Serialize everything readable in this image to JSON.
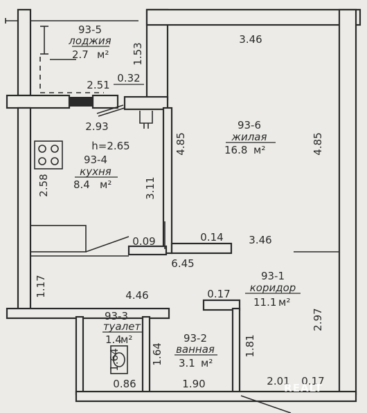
{
  "plan": {
    "height_label": "h=2.65",
    "watermark": "REALT",
    "rooms": [
      {
        "id": "93-5",
        "name": "лоджия",
        "area": "2.7",
        "unit": "м²"
      },
      {
        "id": "93-6",
        "name": "жилая",
        "area": "16.8",
        "unit": "м²"
      },
      {
        "id": "93-4",
        "name": "кухня",
        "area": "8.4",
        "unit": "м²"
      },
      {
        "id": "93-1",
        "name": "коридор",
        "area": "11.1",
        "unit": "м²"
      },
      {
        "id": "93-3",
        "name": "туалет",
        "area": "1.4",
        "unit": "м²"
      },
      {
        "id": "93-2",
        "name": "ванная",
        "area": "3.1",
        "unit": "м²"
      }
    ],
    "dimensions": {
      "loggia_height": "1.53",
      "loggia_width": "2.51",
      "loggia_step": "0.32",
      "room_top_width": "3.46",
      "kitchen_width": "2.93",
      "room_left_depth": "4.85",
      "room_right_depth": "4.85",
      "kitchen_left_depth": "2.58",
      "kitchen_right_depth": "3.11",
      "kitchen_partition": "0.09",
      "room_partition": "0.14",
      "room_bottom_width": "3.46",
      "corridor_width": "6.45",
      "corridor_left_depth": "1.17",
      "corridor_mid_width": "4.46",
      "bath_partition": "0.17",
      "corridor_right_depth": "2.97",
      "wc_depth_left": "1.64",
      "wc_depth_right": "1.64",
      "bath_depth": "1.81",
      "wc_width": "0.86",
      "bath_width": "1.90",
      "entry_width": "2.01",
      "entry_partition": "0.17"
    }
  }
}
